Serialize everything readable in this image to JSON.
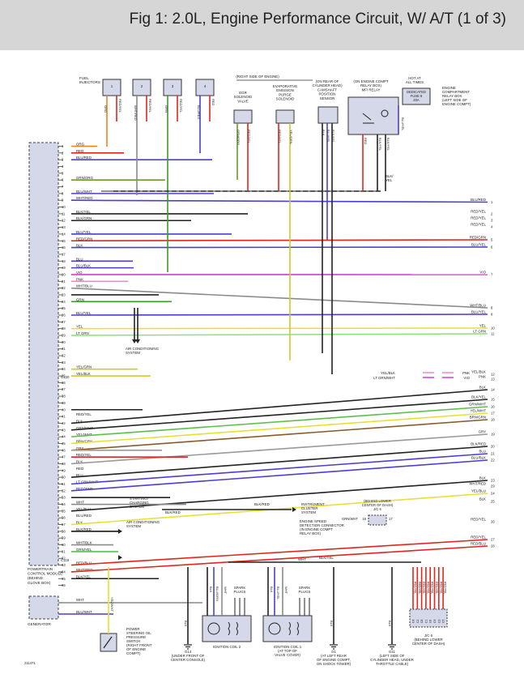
{
  "title": "Fig 1: 2.0L, Engine Performance Circuit, W/ A/T (1 of 3)",
  "top": {
    "fuel_injectors": [
      "FUEL",
      "INJECTORS"
    ],
    "right_side_engine": "(RIGHT SIDE OF ENGINE)",
    "egr_valve": [
      "EGR",
      "SOLENOID",
      "VALVE"
    ],
    "evap_solenoid": [
      "EVAPORATIVE",
      "EMISSION",
      "PURGE",
      "SOLENOID"
    ],
    "cam_position": [
      "(ON REAR OF",
      "CYLINDER HEAD)",
      "CAMSHAFT",
      "POSITION",
      "SENSOR"
    ],
    "mfi_relay": [
      "(ON ENGINE COMPT",
      "RELAY BOX)",
      "MFI RELAY"
    ],
    "hot_at": [
      "HOT AT",
      "ALL TIMES"
    ],
    "fuse": [
      "DEDICATED",
      "FUSE 8",
      "20A"
    ],
    "engine_compartment": [
      "ENGINE",
      "COMPARTMENT",
      "RELAY BOX",
      "(LEFT SIDE OF",
      "ENGINE COMPT)"
    ],
    "injector_numbers": [
      "1",
      "2",
      "3",
      "4"
    ],
    "injector_wires": [
      [
        "ORG",
        "RED/YEL"
      ],
      [
        "WHT/RED",
        "RED/YEL"
      ],
      [
        "GRN",
        "RED/YEL"
      ],
      [
        "BLU/RED",
        "RED"
      ]
    ],
    "egr_wires": [
      "GRN/ORG",
      "RED/YEL"
    ],
    "evap_wires": [
      "RED/YEL",
      "YEL/GRN"
    ],
    "cam_wires": [
      "BLK",
      "BLU/YEL",
      "BLK/YEL"
    ],
    "relay_wires": [
      "RED",
      "BLK/YEL",
      "BLK/YEL"
    ],
    "relay_right_wire": "BLU/YEL",
    "blk_yel_label": [
      "BLK/",
      "YEL"
    ]
  },
  "pcm": {
    "label": [
      "POWERTRAIN",
      "CONTROL MODULE",
      "(BEHIND",
      "GLOVE BOX)"
    ],
    "connector_c120": "C120",
    "connector_c118": "C118",
    "pin_numbers": [
      "1",
      "2",
      "3",
      "4",
      "5",
      "6",
      "7",
      "8",
      "9",
      "10",
      "11",
      "12",
      "13",
      "14",
      "15",
      "16",
      "17",
      "18",
      "19",
      "20",
      "21",
      "22",
      "23",
      "24",
      "25",
      "26",
      "27",
      "28",
      "29",
      "30",
      "31",
      "32",
      "33",
      "34",
      "35",
      "36",
      "37",
      "38",
      "39",
      "40",
      "41",
      "42",
      "43",
      "44",
      "45",
      "46",
      "47",
      "48",
      "49",
      "50",
      "51",
      "52",
      "53",
      "54",
      "55",
      "56",
      "57",
      "58",
      "59",
      "60",
      "61",
      "62",
      "63",
      "64",
      "65",
      "66"
    ],
    "pin_wires": [
      "ORG",
      "RED",
      "BLU/RED",
      "",
      "",
      "GRN/ORG",
      "",
      "BLU/WHT",
      "WHT/RED",
      "",
      "BLK/YEL",
      "BLK/GRN",
      "",
      "BLU/YEL",
      "RED/GRN",
      "BLK",
      "",
      "BLU",
      "BLU/BLK",
      "VIO",
      "PNK",
      "WHT/BLU",
      "",
      "GRN",
      "",
      "BLU/YEL",
      "",
      "YEL",
      "LT GRN",
      "",
      "",
      "",
      "",
      "YEL/GRN",
      "YEL/BLK",
      "",
      "",
      "",
      "",
      "",
      "RED/YEL",
      "BLK",
      "GRN/WHT",
      "YEL/WHT",
      "BRN/GRN",
      "GRY",
      "RED/YEL",
      "BLK",
      "RED",
      "BLU",
      "LT GRN/WHT",
      "RED/WHT",
      "",
      "WHT",
      "YEL/BLU",
      "BLU/RED",
      "BLK",
      "BLK/RED",
      "",
      "WHT/BLK",
      "GRN/YEL",
      "",
      "RED/BLU",
      "WHT/RED",
      "BLK/YEL",
      ""
    ]
  },
  "right_labels": [
    {
      "wire": "BLU/RED",
      "num": "1"
    },
    {
      "wire": "RED/YEL",
      "num": "2"
    },
    {
      "wire": "RED/YEL",
      "num": "3"
    },
    {
      "wire": "RED/YEL",
      "num": "4"
    },
    {
      "wire": "RED/GRN",
      "num": "5"
    },
    {
      "wire": "BLU/YEL",
      "num": "6"
    },
    {
      "wire": "VIO",
      "num": "7"
    },
    {
      "wire": "WHT/BLU",
      "num": "8"
    },
    {
      "wire": "BLU/YEL",
      "num": "9"
    },
    {
      "wire": "YEL",
      "num": "10"
    },
    {
      "wire": "LT GRN",
      "num": "11"
    },
    {
      "wire": "YEL/BLK",
      "num": "12"
    },
    {
      "wire": "PNK",
      "num": "13"
    },
    {
      "wire": "BLK",
      "num": "14"
    },
    {
      "wire": "BLK/YEL",
      "num": "15"
    },
    {
      "wire": "GRN/WHT",
      "num": "16"
    },
    {
      "wire": "YEL/WHT",
      "num": "17"
    },
    {
      "wire": "BRN/GRN",
      "num": "18"
    },
    {
      "wire": "GRY",
      "num": "19"
    },
    {
      "wire": "BLK/RED",
      "num": "20"
    },
    {
      "wire": "BLU",
      "num": "21"
    },
    {
      "wire": "BLU/BLK",
      "num": "22"
    },
    {
      "wire": "BLK",
      "num": "23"
    },
    {
      "wire": "YEL/BLU",
      "num": "24"
    },
    {
      "wire": "BLK",
      "num": "25"
    },
    {
      "wire": "RED/YEL",
      "num": "26"
    },
    {
      "wire": "RED/YEL",
      "num": "27"
    },
    {
      "wire": "RED/BLU",
      "num": "28"
    },
    {
      "wire": "WHT/RED",
      "num": "29"
    }
  ],
  "mid": {
    "ac_system_1": [
      "AIR CONDITIONING",
      "SYSTEM"
    ],
    "connector_mid": [
      {
        "left": "YEL/BLK",
        "right": "PNK"
      },
      {
        "left": "LT GRN/WHT",
        "right": "VIO"
      }
    ],
    "starting": [
      "STARTING/",
      "CHARGING",
      "SYSTEM"
    ],
    "ac_system_2": [
      "AIR CONDITIONING",
      "SYSTEM"
    ],
    "blk_red_1": "BLK/RED",
    "blk_red_2": "BLK/RED",
    "instrument": [
      "INSTRUMENT",
      "CLUSTER",
      "SYSTEM"
    ],
    "speed_conn": [
      "ENGINE SPEED",
      "DETECTION CONNECTOR",
      "(IN ENGINE COMPT",
      "RELAY BOX)"
    ],
    "speed_wire": "GRN/WHT",
    "jc_behind": [
      "(BEHIND LOWER",
      "CENTER OF DASH)",
      "J/C 6"
    ],
    "jc_pins": [
      "16",
      "17"
    ],
    "wht": "WHT",
    "blk_yel": "BLK/YEL"
  },
  "bottom": {
    "generator": "GENERATOR",
    "gen_wires": [
      "WHT",
      "BLU/WHT"
    ],
    "ps_switch": [
      "POWER",
      "STEERING OIL",
      "PRESSURE",
      "SWITCH",
      "(RIGHT FRONT",
      "OF ENGINE",
      "COMPT)"
    ],
    "ps_wire": "YEL/WHT",
    "g1": [
      "G14",
      "(UNDER FRONT OF",
      "CENTER CONSOLE)"
    ],
    "coil2": "IGNITION COIL 2",
    "coil1": [
      "IGNITION COIL 1",
      "(AT TOP OF",
      "VALVE COVER)"
    ],
    "g2": [
      "G1",
      "(AT LEFT REAR",
      "OF ENGINE COMPT,",
      "ON SHOCK TOWER)"
    ],
    "g3": [
      "G11",
      "(LEFT SIDE OF",
      "CYLINDER HEAD, UNDER",
      "THROTTLE CABLE)"
    ],
    "jc6": [
      "J/C 6",
      "(BEHIND LOWER",
      "CENTER OF DASH)"
    ],
    "spark_plugs": [
      "SPARK",
      "PLUGS"
    ],
    "coil_wires": [
      "BLK",
      "BLU/GRN",
      "WHT",
      "BLK",
      "BLU/YEL",
      "WHT"
    ],
    "ground_wires": [
      "BLK",
      "BLK",
      "BLK"
    ],
    "jc6_wires": [
      "RED/YEL",
      "RED/YEL",
      "RED/YEL",
      "RED/YEL",
      "RED/YEL",
      "RED/YEL",
      "RED/YEL",
      "RED/YEL"
    ],
    "jc6_pins": [
      "C4",
      "C2",
      "C8",
      "C1",
      "C6",
      "C9",
      "C3",
      "C5"
    ],
    "figure_id": "211471"
  },
  "colors": {
    "ORG": "#f0821e",
    "RED": "#e0261e",
    "BLU/RED": "#4a3fd0",
    "GRN/ORG": "#6a9a2a",
    "BLU/WHT": "#4a3fd0",
    "WHT/RED": "#8a8a8a",
    "BLK/YEL": "#222222",
    "BLK/GRN": "#222222",
    "BLU/YEL": "#4a3fd0",
    "RED/GRN": "#e0261e",
    "BLK": "#222222",
    "BLU": "#4a3fd0",
    "BLU/BLK": "#4a3fd0",
    "VIO": "#d23ad8",
    "PNK": "#f08ac8",
    "WHT/BLU": "#8a8a8a",
    "GRN": "#3a9a2a",
    "YEL": "#e8e032",
    "LT GRN": "#8ee07a",
    "YEL/GRN": "#c8cc30",
    "YEL/BLK": "#d8c828",
    "RED/YEL": "#e0261e",
    "GRN/WHT": "#5ac04a",
    "YEL/WHT": "#e8e032",
    "BRN/GRN": "#8a5a2a",
    "GRY": "#9a9a9a",
    "LT GRN/WHT": "#8ee07a",
    "RED/WHT": "#e0261e",
    "WHT": "#8a8a8a",
    "YEL/BLU": "#e8e032",
    "BLK/RED": "#222222",
    "WHT/BLK": "#8a8a8a",
    "GRN/YEL": "#5ac04a",
    "RED/BLU": "#e0261e",
    "BLU/GRN": "#4a3fd0"
  }
}
